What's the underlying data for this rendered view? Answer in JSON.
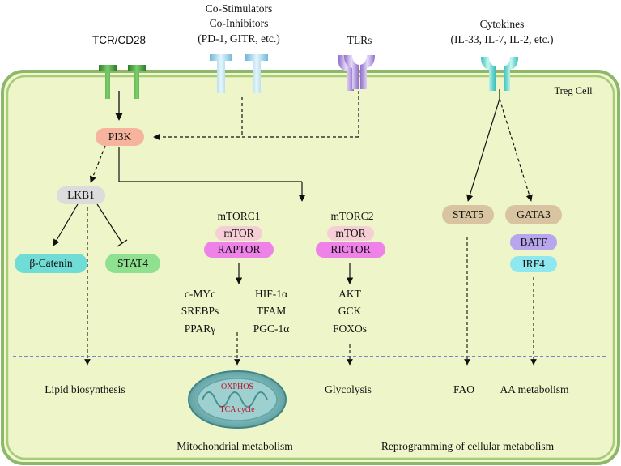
{
  "receptors": {
    "tcr": "TCR/CD28",
    "costim_line1": "Co-Stimulators",
    "costim_line2": "Co-Inhibitors",
    "costim_line3": "(PD-1, GITR, etc.)",
    "tlrs": "TLRs",
    "cytokines_line1": "Cytokines",
    "cytokines_line2": "(IL-33, IL-7, IL-2, etc.)"
  },
  "cell_label": "Treg Cell",
  "nodes": {
    "pi3k": "PI3K",
    "lkb1": "LKB1",
    "beta_catenin": "β-Catenin",
    "stat4": "STAT4",
    "mtorc1": "mTORC1",
    "mtor1": "mTOR",
    "raptor": "RAPTOR",
    "mtorc2": "mTORC2",
    "mtor2": "mTOR",
    "rictor": "RICTOR",
    "stat5": "STAT5",
    "gata3": "GATA3",
    "batf": "BATF",
    "irf4": "IRF4"
  },
  "targets": {
    "mtorc1_left": [
      "c-MYc",
      "SREBPs",
      "PPARγ"
    ],
    "mtorc1_right": [
      "HIF-1α",
      "TFAM",
      "PGC-1α"
    ],
    "mtorc2": [
      "AKT",
      "GCK",
      "FOXOs"
    ]
  },
  "outcomes": {
    "lipid": "Lipid biosynthesis",
    "glycolysis": "Glycolysis",
    "fao": "FAO",
    "aa": "AA metabolism",
    "oxphos": "OXPHOS",
    "tca": "TCA cycle",
    "mito": "Mitochondrial metabolism",
    "reprogramming": "Reprogramming of cellular metabolism"
  },
  "colors": {
    "cell_fill": "#eef5c8",
    "cell_border": "#8db86a",
    "tcr_receptor": "#3d9a3d",
    "costim_receptor": "#8fd0e8",
    "tlr_receptor": "#a98fd6",
    "cytokine_receptor": "#5fd6cf",
    "pi3k": "#f6b49e",
    "lkb1": "#dcdcdc",
    "beta_catenin": "#6fdcd6",
    "stat4": "#8fe08f",
    "mtor": "#f6cfd6",
    "raptor_rictor": "#ee82e8",
    "stat5_gata3": "#d8c4a0",
    "batf": "#b9a4ee",
    "irf4": "#8fe8f0",
    "mito": "#5ea5a8",
    "divider": "#2a46d6"
  }
}
